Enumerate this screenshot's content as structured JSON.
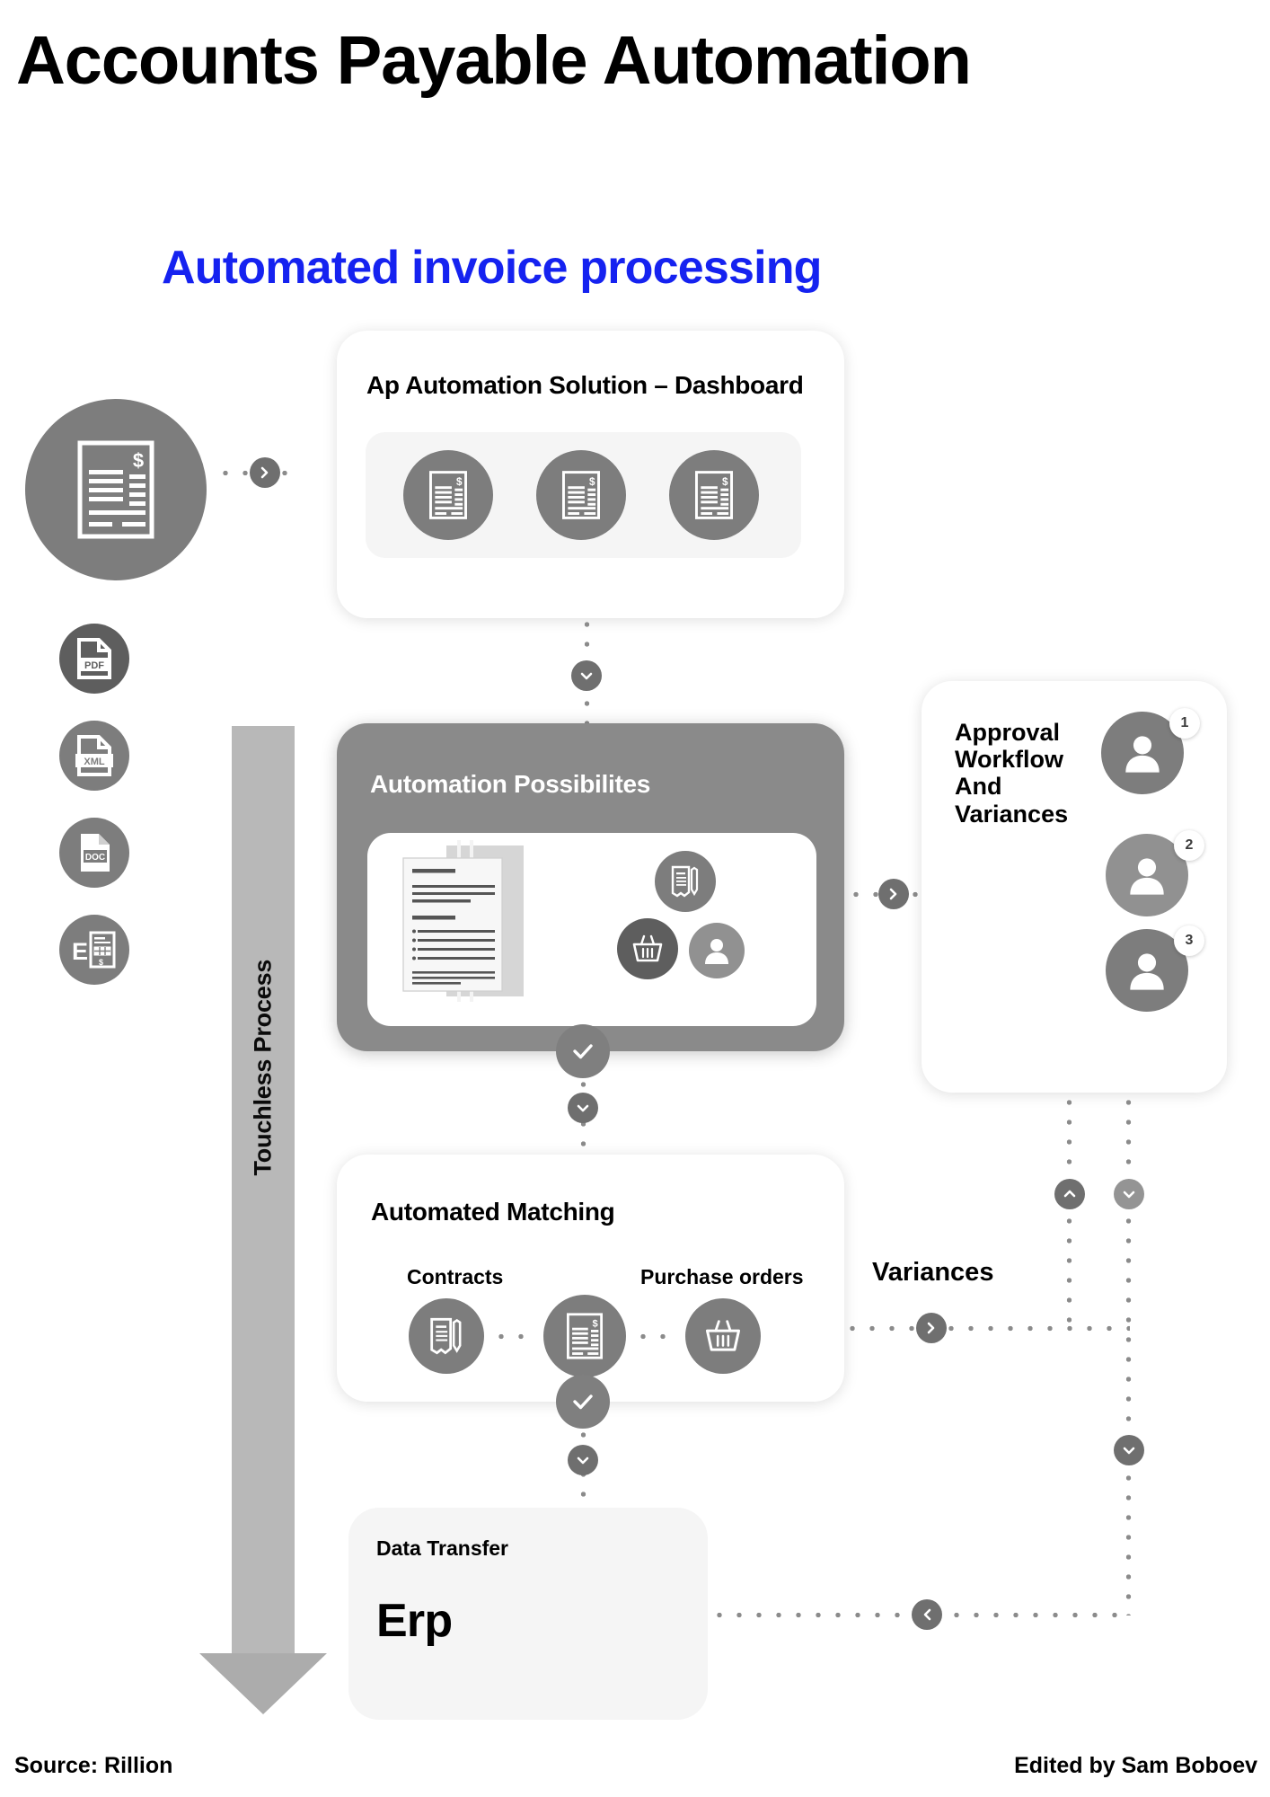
{
  "page": {
    "title": "Accounts Payable Automation",
    "subtitle": "Automated invoice processing",
    "source": "Source: Rillion",
    "credit": "Edited by Sam Boboev",
    "accent_blue": "#1522f0",
    "grey_dark": "#5e5e5e",
    "grey_mid": "#7d7d7d",
    "grey_light": "#b8b8b8"
  },
  "inputs": {
    "primary_icon": "invoice-icon",
    "formats": [
      {
        "label": "PDF",
        "icon": "pdf-file-icon"
      },
      {
        "label": "XML",
        "icon": "xml-file-icon"
      },
      {
        "label": "DOC",
        "icon": "doc-file-icon"
      },
      {
        "label": "E",
        "icon": "einvoice-icon"
      }
    ]
  },
  "dashboard": {
    "title": "Ap Automation Solution – Dashboard",
    "tiles": [
      {
        "icon": "invoice-icon"
      },
      {
        "icon": "invoice-icon"
      },
      {
        "icon": "invoice-icon"
      }
    ]
  },
  "automation": {
    "title": "Automation Possibilites",
    "icons": [
      {
        "icon": "contract-signed-icon"
      },
      {
        "icon": "basket-icon"
      },
      {
        "icon": "person-icon"
      }
    ]
  },
  "approval": {
    "title": "Approval Workflow And Variances",
    "title_lines": [
      "Approval",
      "Workflow",
      "And",
      "Variances"
    ],
    "approvers": [
      {
        "badge": "1",
        "icon": "person-icon"
      },
      {
        "badge": "2",
        "icon": "person-icon"
      },
      {
        "badge": "3",
        "icon": "person-icon"
      }
    ]
  },
  "matching": {
    "title": "Automated Matching",
    "left_label": "Contracts",
    "right_label": "Purchase orders",
    "icons": [
      {
        "icon": "contract-signed-icon"
      },
      {
        "icon": "invoice-icon"
      },
      {
        "icon": "basket-icon"
      }
    ]
  },
  "variances": {
    "label": "Variances"
  },
  "erp": {
    "eyebrow": "Data Transfer",
    "name": "Erp"
  },
  "flow": {
    "touchless_label": "Touchless Process",
    "connectors": [
      {
        "name": "input-to-dashboard",
        "icon": "chevron-right-icon"
      },
      {
        "name": "dashboard-to-automation",
        "icon": "chevron-down-icon"
      },
      {
        "name": "automation-complete",
        "icon": "check-icon"
      },
      {
        "name": "automation-to-matching",
        "icon": "chevron-down-icon"
      },
      {
        "name": "automation-to-approval",
        "icon": "chevron-right-icon"
      },
      {
        "name": "matching-complete",
        "icon": "check-icon"
      },
      {
        "name": "matching-to-erp",
        "icon": "chevron-down-icon"
      },
      {
        "name": "matching-to-variances",
        "icon": "chevron-right-icon"
      },
      {
        "name": "variance-back-up",
        "icon": "chevron-up-icon"
      },
      {
        "name": "approval-down-1",
        "icon": "chevron-down-icon"
      },
      {
        "name": "approval-down-2",
        "icon": "chevron-down-icon"
      },
      {
        "name": "return-to-erp",
        "icon": "chevron-left-icon"
      }
    ]
  }
}
